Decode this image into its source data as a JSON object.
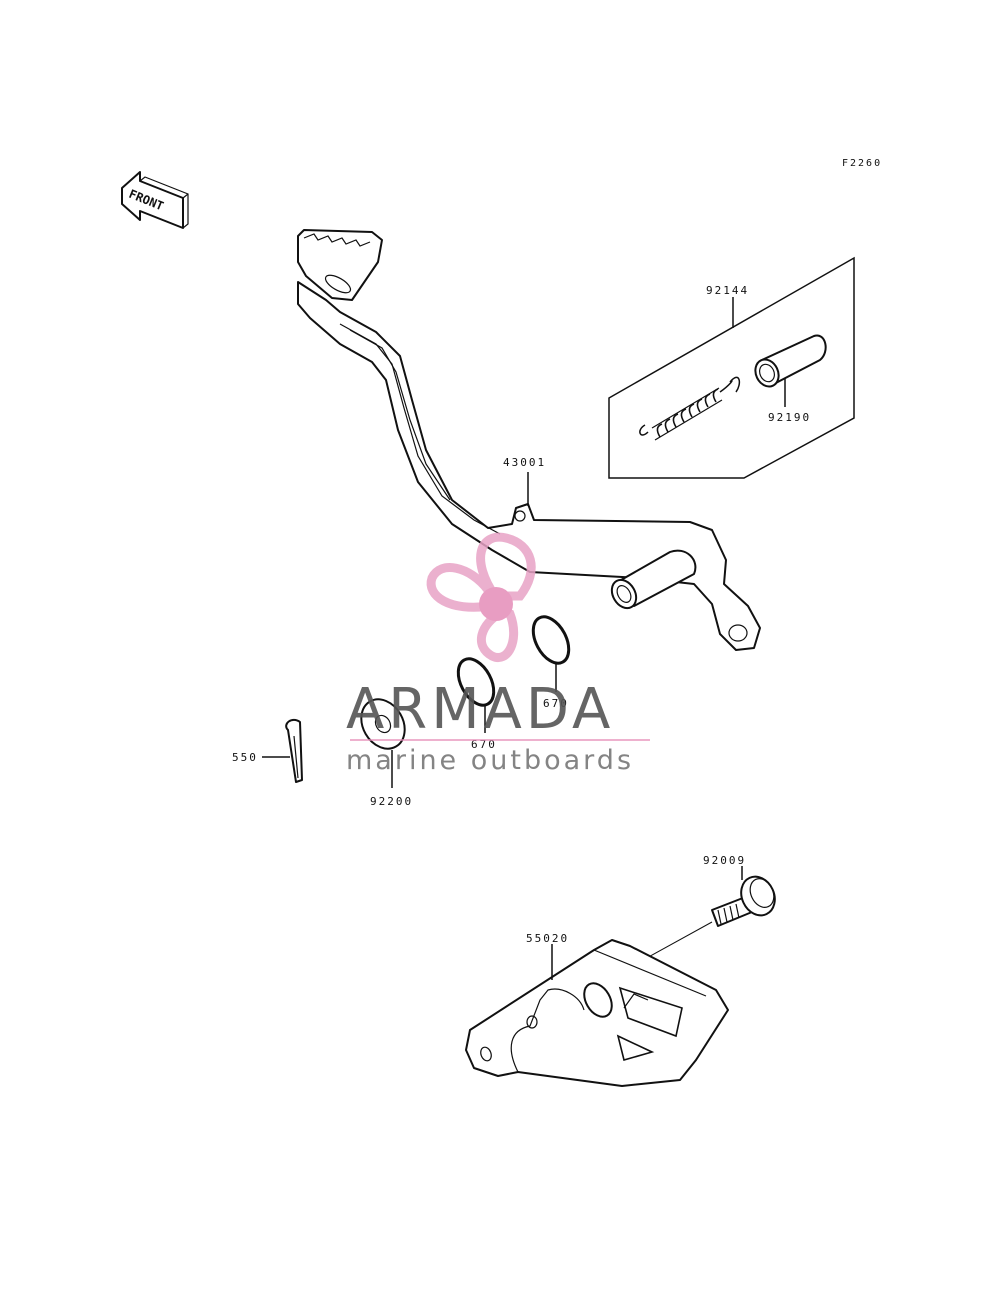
{
  "figure": {
    "code": "F2260"
  },
  "front_arrow": {
    "label": "FRONT"
  },
  "parts": {
    "spring_kit": "92144",
    "bushing": "92190",
    "brake_pedal": "43001",
    "o_ring_outer": "670",
    "o_ring_inner": "670",
    "cotter_pin": "550",
    "washer": "92200",
    "bolt": "92009",
    "guard": "55020"
  },
  "watermark": {
    "brand": "ARMADA",
    "tagline": "marine outboards",
    "colors": {
      "logo": "#e8a3c6",
      "logo_center": "#e58cb8",
      "text": "#555555",
      "rule": "#e58cb8"
    }
  }
}
